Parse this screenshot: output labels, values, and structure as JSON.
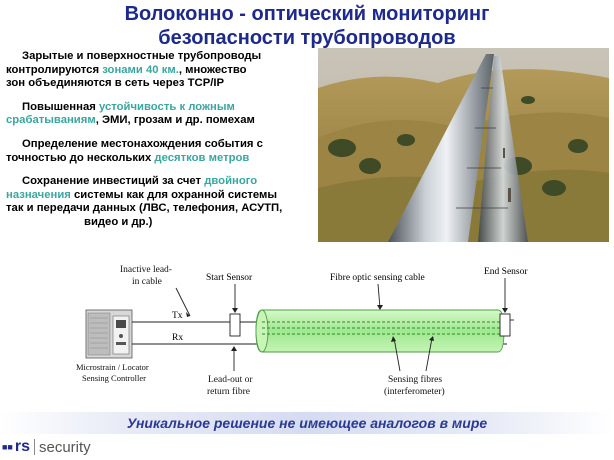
{
  "slide": {
    "title_line1": "Волоконно - оптический  мониторинг",
    "title_line2": "безопасности трубопроводов",
    "footer": "Уникальное решение не имеющее аналогов в мире"
  },
  "bullets": [
    {
      "line1": "Зарытые и поверхностные трубопроводы",
      "line2_pre": "контролируются ",
      "line2_hl": "зонами 40 км.",
      "line2_post": ", множество",
      "line3": "зон объединяются в сеть через TCP/IP"
    },
    {
      "line1_pre": "Повышенная ",
      "line1_hl": "устойчивость к ложным",
      "line2_hl": "срабатываниям",
      "line2_post": ",  ЭМИ, грозам и др. помехам"
    },
    {
      "line1": "Определение местонахождения события с",
      "line2_pre": "точностью до нескольких ",
      "line2_hl": "десятков метров"
    },
    {
      "line1_pre": "Сохранение инвестиций за счет ",
      "line1_hl": "двойного",
      "line2_hl": "назначения",
      "line2_post": " системы как для охранной системы",
      "line3": "так и передачи данных (ЛВС, телефония, АСУТП,",
      "line4": "видео и др.)"
    }
  ],
  "diagram": {
    "inactive_line1": "Inactive lead-",
    "inactive_line2": "in cable",
    "start_sensor": "Start Sensor",
    "cable_label": "Fibre optic sensing cable",
    "end_sensor": "End Sensor",
    "tx": "Tx",
    "rx": "Rx",
    "controller_line1": "Microstrain / Locator",
    "controller_line2": "Sensing Controller",
    "leadout_line1": "Lead-out or",
    "leadout_line2": "return fibre",
    "fibres_line1": "Sensing fibres",
    "fibres_line2": "(interferometer)"
  },
  "logo": {
    "rs": "rs",
    "security": "security"
  },
  "colors": {
    "title": "#1d2a8c",
    "highlight": "#3aa6a0",
    "cable_fill": "#b8f0a8",
    "fibre": "#2a8a2a"
  }
}
